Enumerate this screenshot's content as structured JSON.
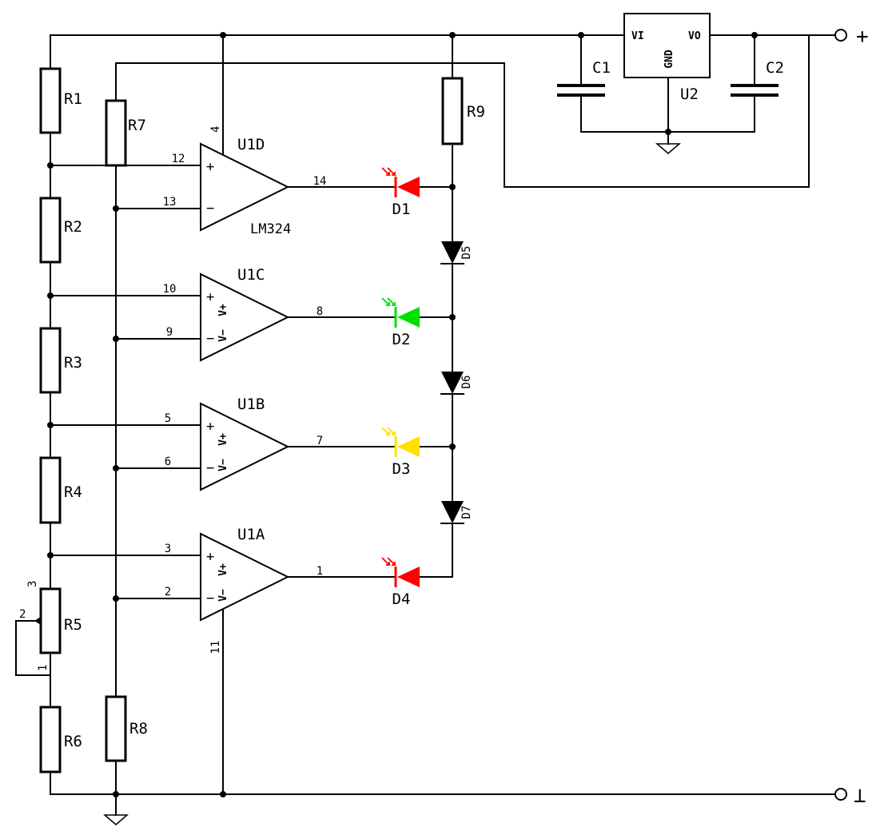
{
  "resistors": {
    "R1": "R1",
    "R2": "R2",
    "R3": "R3",
    "R4": "R4",
    "R5": "R5",
    "R6": "R6",
    "R7": "R7",
    "R8": "R8",
    "R9": "R9"
  },
  "potentiometer_pins": {
    "p1": "1",
    "p2": "2",
    "p3": "3"
  },
  "capacitors": {
    "C1": "C1",
    "C2": "C2"
  },
  "regulator": {
    "ref": "U2",
    "vi": "VI",
    "vo": "VO",
    "gnd": "GND"
  },
  "opamps": {
    "U1D": {
      "ref": "U1D",
      "part": "LM324",
      "pin_plus": "12",
      "pin_minus": "13",
      "pin_out": "14",
      "pin_supply": "4"
    },
    "U1C": {
      "ref": "U1C",
      "pin_plus": "10",
      "pin_minus": "9",
      "pin_out": "8"
    },
    "U1B": {
      "ref": "U1B",
      "pin_plus": "5",
      "pin_minus": "6",
      "pin_out": "7"
    },
    "U1A": {
      "ref": "U1A",
      "pin_plus": "3",
      "pin_minus": "2",
      "pin_out": "1",
      "pin_gnd": "11"
    }
  },
  "opamp_symbols": {
    "plus": "+",
    "minus": "−",
    "vplus": "V+",
    "vminus": "V−"
  },
  "leds": [
    {
      "ref": "D1",
      "color": "#ff0000"
    },
    {
      "ref": "D2",
      "color": "#00e000"
    },
    {
      "ref": "D3",
      "color": "#ffe000"
    },
    {
      "ref": "D4",
      "color": "#ff0000"
    }
  ],
  "diodes": {
    "D5": "D5",
    "D6": "D6",
    "D7": "D7"
  },
  "terminals": {
    "plus": "+",
    "minus": "⊥"
  }
}
